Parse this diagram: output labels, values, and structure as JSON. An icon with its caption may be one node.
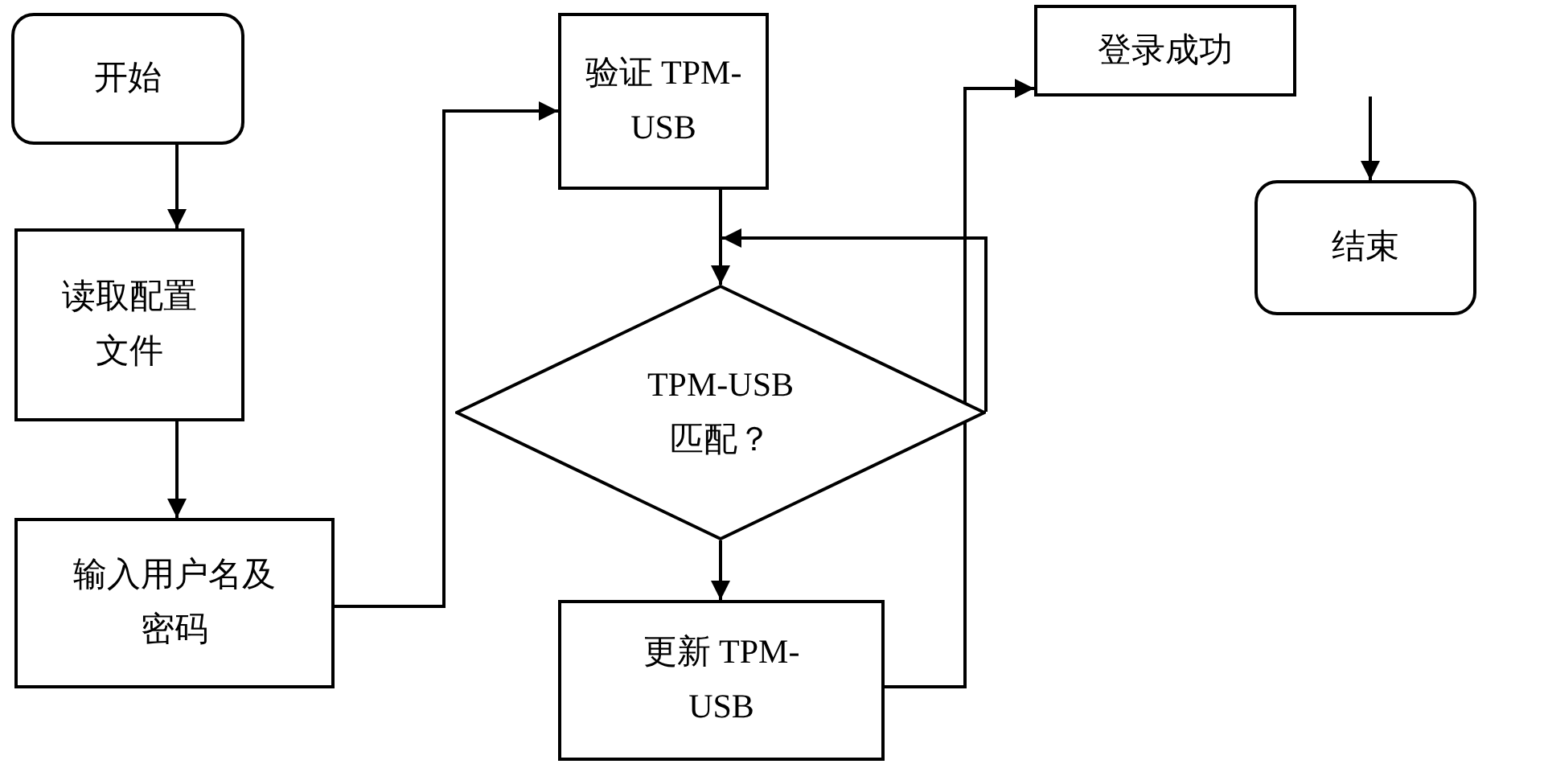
{
  "diagram": {
    "nodes": [
      {
        "text": [
          "开始"
        ]
      },
      {
        "text": [
          "读取配置文件"
        ]
      },
      {
        "text": [
          "输入用户名及密码"
        ]
      },
      {
        "text": [
          "验证 TPM-USB"
        ]
      },
      {
        "text": [
          "TPM-USB 匹配？"
        ]
      },
      {
        "text": [
          "更新 TPM-USB"
        ]
      },
      {
        "text": [
          "登录成功"
        ]
      },
      {
        "text": [
          "结束"
        ]
      }
    ],
    "edges": [
      {
        "from": 0,
        "to": 1,
        "arrow": "to"
      },
      {
        "from": 1,
        "to": 2,
        "arrow": "to"
      },
      {
        "from": 2,
        "to": 3,
        "arrow": "to"
      },
      {
        "from": 3,
        "to": 4,
        "arrow": "to"
      },
      {
        "from": 4,
        "to": 4,
        "arrow": "to"
      },
      {
        "from": 4,
        "to": 5,
        "arrow": "to"
      },
      {
        "from": 5,
        "to": 6,
        "arrow": "to"
      },
      {
        "from": 6,
        "to": 7,
        "arrow": "to"
      }
    ]
  }
}
